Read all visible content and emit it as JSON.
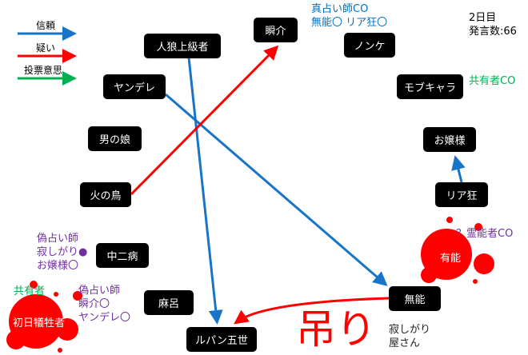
{
  "legend": {
    "trust": "信頼",
    "doubt": "疑い",
    "vote": "投票意思"
  },
  "colors": {
    "trust": "#1874c6",
    "doubt": "#ff0000",
    "vote": "#00b050",
    "note_purple": "#7030a0",
    "note_blue": "#0070c0",
    "note_green": "#00b050"
  },
  "status": {
    "day": "2日目",
    "count": "発言数:66"
  },
  "nodes": {
    "jinro": "人狼上級者",
    "shunsuke": "瞬介",
    "nonke": "ノンケ",
    "yandere": "ヤンデレ",
    "mob": "モブキャラ",
    "otoko": "男の娘",
    "ojou": "お嬢様",
    "hinotori": "火の鳥",
    "riakyou": "リア狂",
    "chuuni": "中二病",
    "yuunou": "有能",
    "maro": "麻呂",
    "munou": "無能",
    "shonichi": "初日犠牲者",
    "lupin": "ルパン五世"
  },
  "notes": {
    "shunsuke": [
      "真占い師CO",
      "無能〇 リア狂〇"
    ],
    "mob": "共有者CO",
    "yuunou": "？霊能者CO",
    "chuuni": [
      "偽占い師",
      "寂しがり●",
      "お嬢様〇"
    ],
    "maro": [
      "偽占い師",
      "瞬介〇",
      "ヤンデレ〇"
    ],
    "shonichi": "共有者",
    "hang": "吊り",
    "hanged": [
      "寂しがり",
      "屋さん"
    ]
  }
}
